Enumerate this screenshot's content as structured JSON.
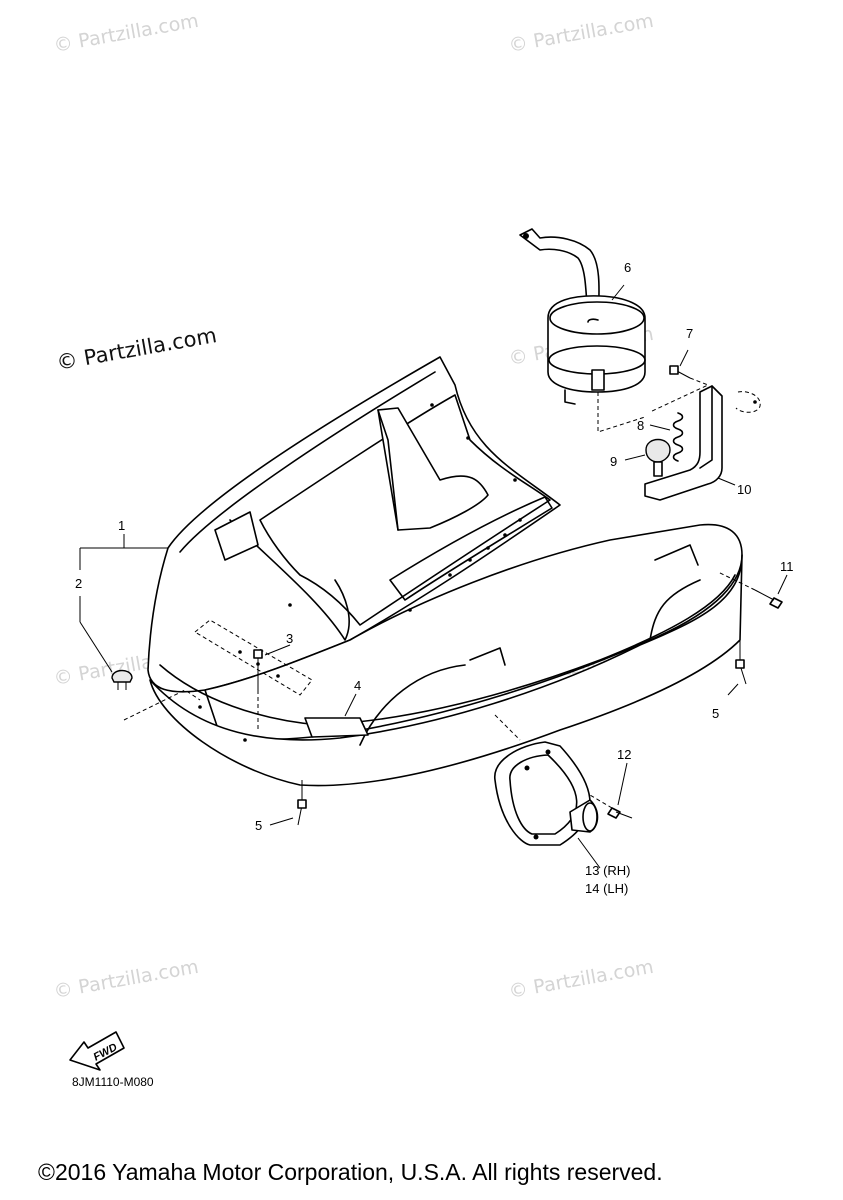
{
  "watermarks": {
    "faint": "© Partzilla.com",
    "strong": "© Partzilla.com"
  },
  "callouts": {
    "c1": "1",
    "c2": "2",
    "c3": "3",
    "c4": "4",
    "c5a": "5",
    "c5b": "5",
    "c6": "6",
    "c7": "7",
    "c8": "8",
    "c9": "9",
    "c10": "10",
    "c11": "11",
    "c12": "12",
    "c13": "13 (RH)",
    "c14": "14 (LH)"
  },
  "fwd_label": "FWD",
  "diagram_code": "8JM1110-M080",
  "copyright": "©2016 Yamaha Motor Corporation, U.S.A. All rights reserved.",
  "colors": {
    "line": "#000000",
    "watermark": "#d4d4d4",
    "background": "#ffffff"
  }
}
